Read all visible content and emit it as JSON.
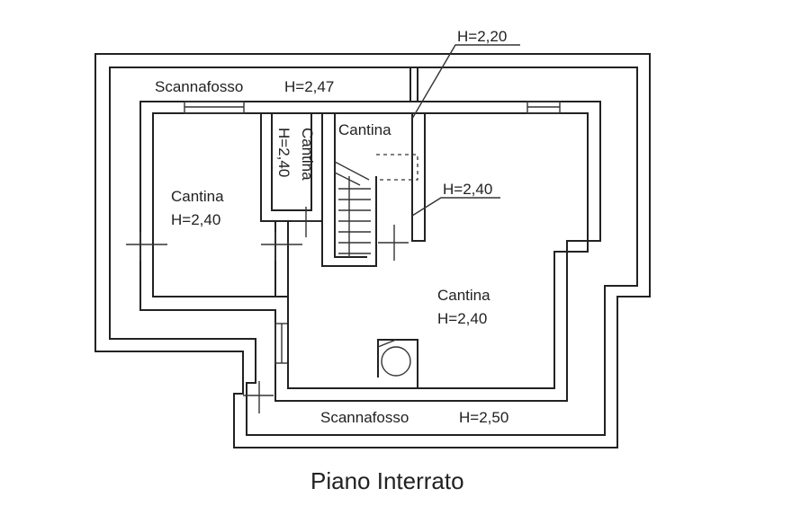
{
  "plan": {
    "caption": "Piano Interrato",
    "labels": {
      "scannafosso_top": "Scannafosso",
      "scannafosso_top_h": "H=2,47",
      "h_220": "H=2,20",
      "cantina_stair": "Cantina",
      "cantina_small": "Cantina",
      "cantina_small_h": "H=2,40",
      "cantina_left": "Cantina",
      "cantina_left_h": "H=2,40",
      "h_240_stair": "H=2,40",
      "cantina_main": "Cantina",
      "cantina_main_h": "H=2,40",
      "scannafosso_bottom": "Scannafosso",
      "scannafosso_bottom_h": "H=2,50"
    }
  }
}
